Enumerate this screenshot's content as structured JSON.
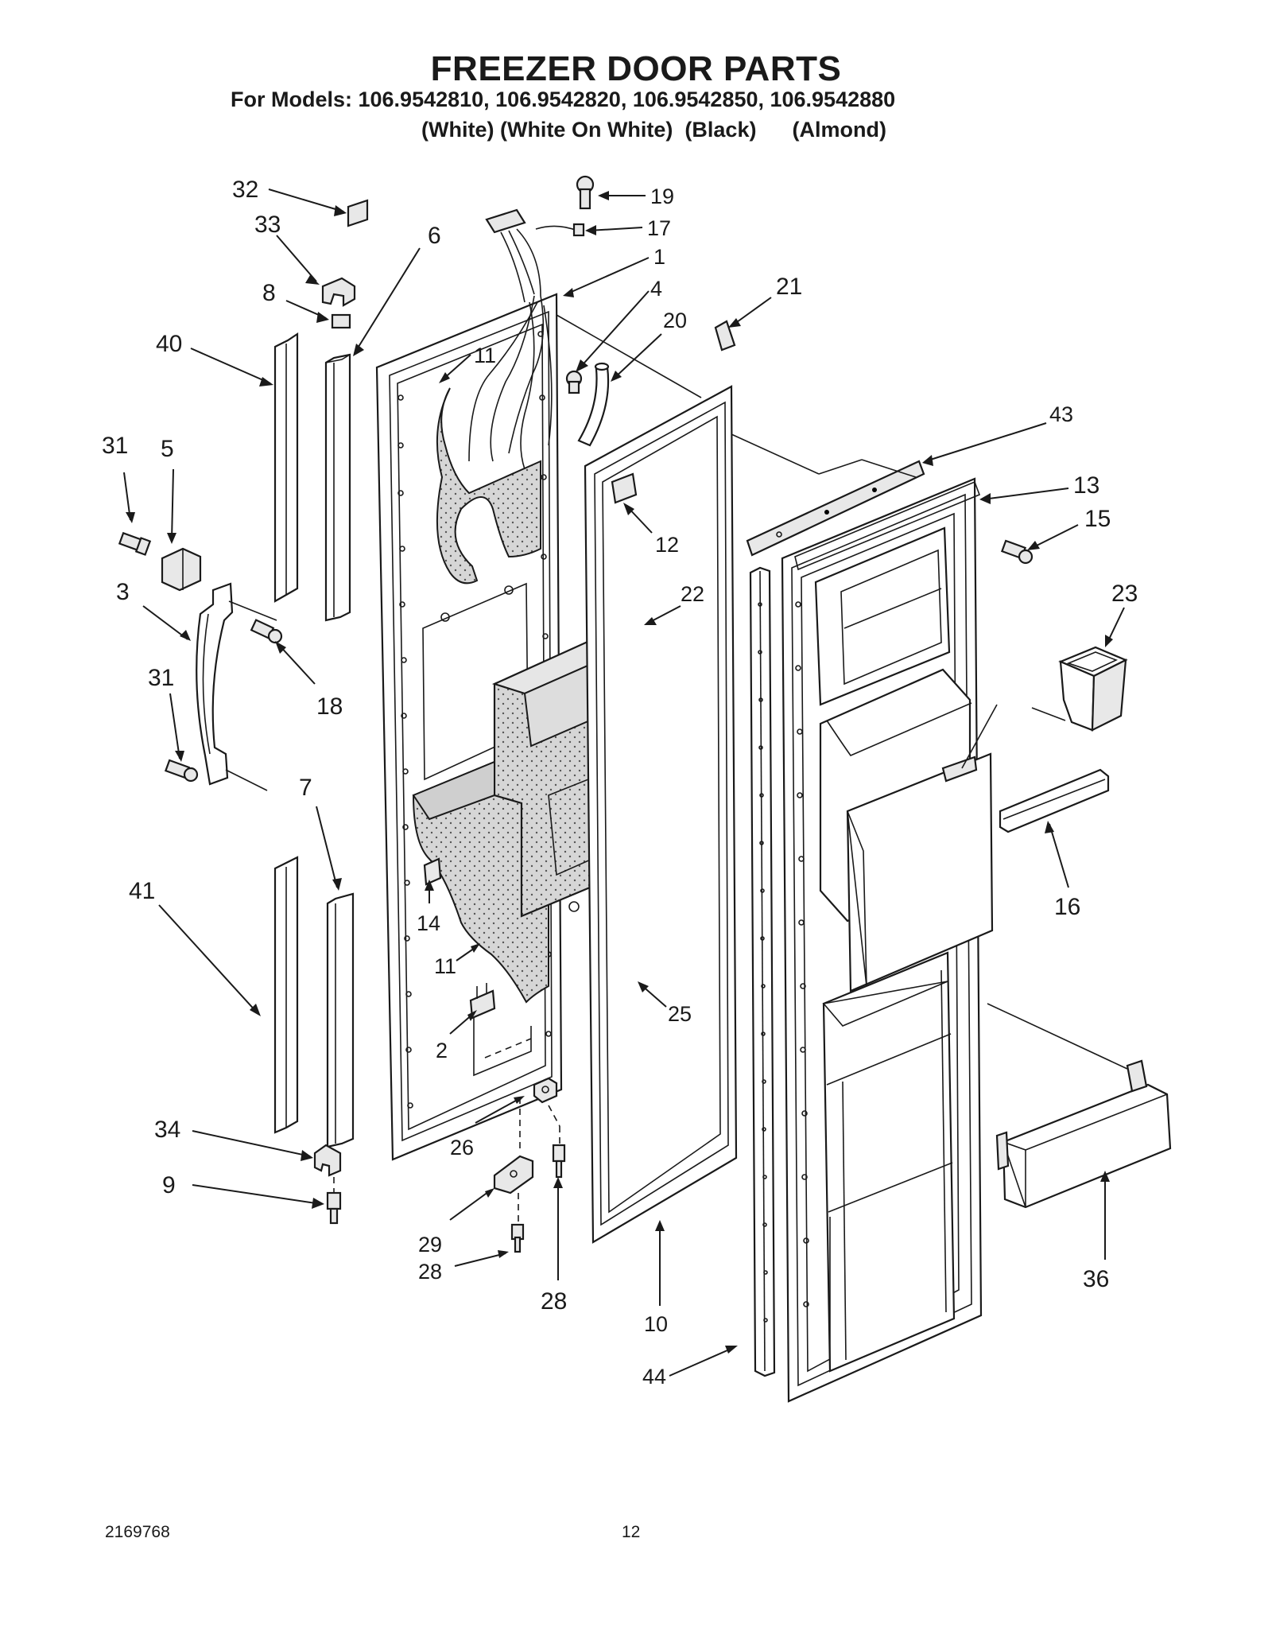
{
  "header": {
    "title": "FREEZER DOOR PARTS",
    "models_line": "For Models: 106.9542810, 106.9542820, 106.9542850, 106.9542880",
    "colors_line": "(White) (White On White)  (Black)      (Almond)"
  },
  "footer": {
    "doc_number": "2169768",
    "page_number": "12"
  },
  "callouts": {
    "c32": "32",
    "c33": "33",
    "c6": "6",
    "c8": "8",
    "c40": "40",
    "c19": "19",
    "c17": "17",
    "c1": "1",
    "c4": "4",
    "c21": "21",
    "c20": "20",
    "c11a": "11",
    "c43": "43",
    "c13": "13",
    "c15": "15",
    "c31a": "31",
    "c5": "5",
    "c3": "3",
    "c12": "12",
    "c22": "22",
    "c23": "23",
    "c18": "18",
    "c31b": "31",
    "c7": "7",
    "c16": "16",
    "c14": "14",
    "c41": "41",
    "c11b": "11",
    "c25": "25",
    "c2": "2",
    "c34": "34",
    "c26": "26",
    "c9": "9",
    "c29": "29",
    "c28a": "28",
    "c28b": "28",
    "c36": "36",
    "c10": "10",
    "c44": "44"
  }
}
